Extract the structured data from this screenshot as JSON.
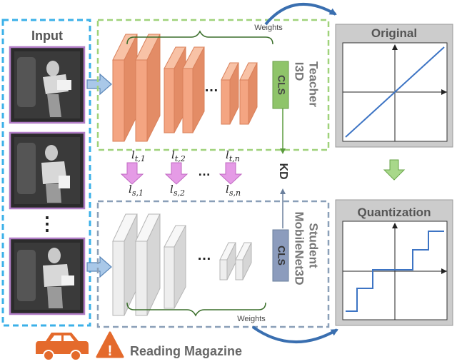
{
  "input": {
    "title": "Input",
    "ellipsis": "⋮"
  },
  "teacher": {
    "label_line1": "Teacher",
    "label_line2": "I3D",
    "cls": "CLS",
    "weights": "Weights",
    "ellipsis": "…"
  },
  "student": {
    "label_line1": "Student",
    "label_line2": "MobileNet3D",
    "cls": "CLS",
    "weights": "Weights",
    "ellipsis": "…"
  },
  "kd": "KD",
  "losses": {
    "teacher": [
      {
        "base": "l",
        "sub": "t,1"
      },
      {
        "base": "l",
        "sub": "t,2"
      },
      {
        "base": "l",
        "sub": "t,n"
      }
    ],
    "student": [
      {
        "base": "l",
        "sub": "s,1"
      },
      {
        "base": "l",
        "sub": "s,2"
      },
      {
        "base": "l",
        "sub": "s,n"
      }
    ],
    "ellipsis": "…"
  },
  "original": {
    "title": "Original"
  },
  "quantization": {
    "title": "Quantization"
  },
  "prediction": {
    "text": "Reading Magazine",
    "car_icon": "car-icon",
    "warning_icon": "warning-icon",
    "warning_glyph": "!"
  },
  "colors": {
    "input_border": "#3bb0e8",
    "teacher_border": "#9fd27a",
    "student_border": "#8a9fb8",
    "teacher_block": "#f4a582",
    "teacher_block_edge": "#d9805a",
    "student_block": "#eeeeee",
    "student_block_edge": "#b5b5b5",
    "teacher_cls": "#8fc46a",
    "student_cls": "#8c9cbd",
    "arrow_blue": "#3a6fb0",
    "loss_arrow": "#e59be6",
    "green_arrow": "#a8d88a",
    "panel_gray": "#cccccc",
    "curve_blue": "#3d74c4",
    "car": "#e46a2c",
    "warning": "#e46a2c"
  }
}
